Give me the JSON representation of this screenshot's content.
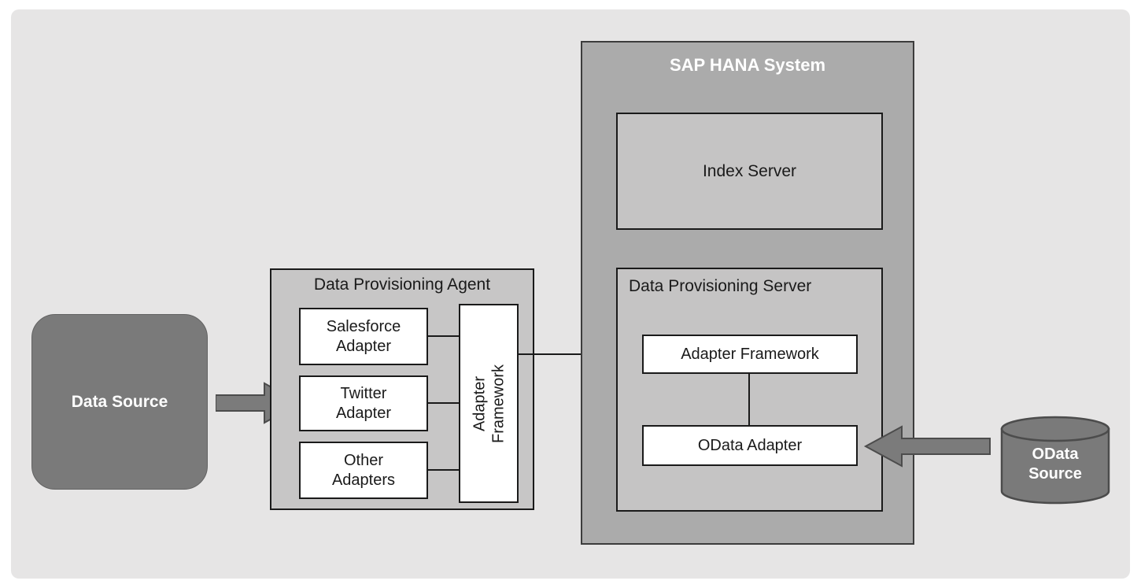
{
  "colors": {
    "backdrop": "#e6e5e5",
    "dark_node": "#7a7a7a",
    "hana_panel": "#ababab",
    "inner_panel": "#c5c4c4",
    "agent_panel": "#c7c6c6",
    "box_white": "#ffffff",
    "border": "#1a1a1a",
    "arrow_fill": "#7b7b7b",
    "arrow_stroke": "#4c4c4c"
  },
  "nodes": {
    "data_source": {
      "label": "Data Source"
    },
    "odata_source": {
      "label": "OData\nSource"
    }
  },
  "agent": {
    "title": "Data Provisioning Agent",
    "adapters": [
      {
        "label": "Salesforce\nAdapter"
      },
      {
        "label": "Twitter\nAdapter"
      },
      {
        "label": "Other\nAdapters"
      }
    ],
    "framework_label": "Adapter\nFramework"
  },
  "hana": {
    "title": "SAP HANA System",
    "index_server_label": "Index Server",
    "dp_server": {
      "title": "Data Provisioning Server",
      "adapter_framework_label": "Adapter Framework",
      "odata_adapter_label": "OData Adapter"
    }
  }
}
